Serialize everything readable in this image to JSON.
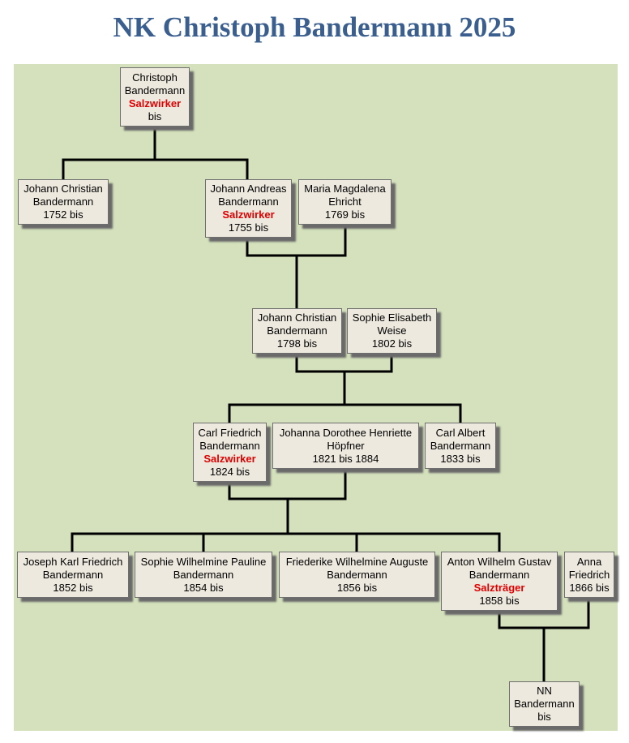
{
  "title": "NK Christoph Bandermann 2025",
  "colors": {
    "title": "#3a5f8f",
    "panel": "#d4e1bc",
    "card": "#ede9df",
    "occupation": "#e00000"
  },
  "people": {
    "christoph": {
      "l1": "Christoph",
      "l2": "Bandermann",
      "occ": "Salzwirker",
      "dates": "bis"
    },
    "johann_christian_1752": {
      "l1": "Johann Christian",
      "l2": "Bandermann",
      "dates": "1752 bis"
    },
    "johann_andreas": {
      "l1": "Johann Andreas",
      "l2": "Bandermann",
      "occ": "Salzwirker",
      "dates": "1755 bis"
    },
    "maria_magdalena": {
      "l1": "Maria Magdalena",
      "l2": "Ehricht",
      "dates": "1769 bis"
    },
    "johann_christian_1798": {
      "l1": "Johann Christian",
      "l2": "Bandermann",
      "dates": "1798 bis"
    },
    "sophie_elisabeth": {
      "l1": "Sophie Elisabeth",
      "l2": "Weise",
      "dates": "1802 bis"
    },
    "carl_friedrich": {
      "l1": "Carl Friedrich",
      "l2": "Bandermann",
      "occ": "Salzwirker",
      "dates": "1824 bis"
    },
    "johanna_dorothee": {
      "l1": "Johanna Dorothee Henriette",
      "l2": "Höpfner",
      "dates": "1821 bis 1884"
    },
    "carl_albert": {
      "l1": "Carl Albert",
      "l2": "Bandermann",
      "dates": "1833 bis"
    },
    "joseph_karl": {
      "l1": "Joseph Karl Friedrich",
      "l2": "Bandermann",
      "dates": "1852 bis"
    },
    "sophie_wilhelmine": {
      "l1": "Sophie Wilhelmine Pauline",
      "l2": "Bandermann",
      "dates": "1854 bis"
    },
    "friederike": {
      "l1": "Friederike Wilhelmine Auguste",
      "l2": "Bandermann",
      "dates": "1856 bis"
    },
    "anton_wilhelm": {
      "l1": "Anton Wilhelm Gustav",
      "l2": "Bandermann",
      "occ": "Salzträger",
      "dates": "1858 bis"
    },
    "anna_friedrich": {
      "l1": "Anna",
      "l2": "Friedrich",
      "dates": "1866 bis"
    },
    "nn": {
      "l1": "NN",
      "l2": "Bandermann",
      "dates": "bis"
    }
  }
}
